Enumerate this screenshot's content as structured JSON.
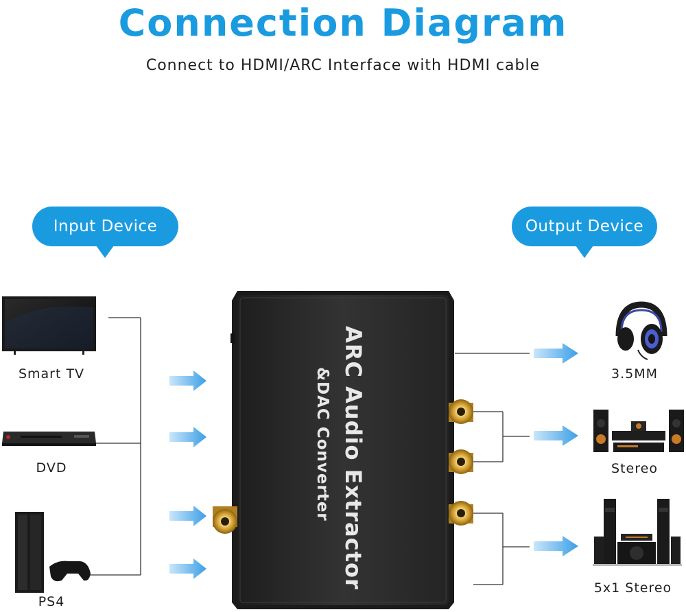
{
  "header": {
    "title": "Connection Diagram",
    "subtitle": "Connect to HDMI/ARC Interface with HDMI cable"
  },
  "input": {
    "bubble_label": "Input Device",
    "devices": [
      {
        "label": "Smart TV",
        "icon": "smart-tv-icon"
      },
      {
        "label": "DVD",
        "icon": "dvd-player-icon"
      },
      {
        "label": "PS4",
        "icon": "ps4-console-icon"
      }
    ]
  },
  "output": {
    "bubble_label": "Output Device",
    "devices": [
      {
        "label": "3.5MM",
        "icon": "headphones-icon"
      },
      {
        "label": "Stereo",
        "icon": "stereo-speakers-icon"
      },
      {
        "label": "5x1 Stereo",
        "icon": "surround-speakers-icon"
      }
    ]
  },
  "device": {
    "line1": "ARC Audio Extractor",
    "line2": "&DAC Converter"
  },
  "colors": {
    "accent": "#1a9be0",
    "arrow": "#4aa8e8",
    "device_body": "#2b2b2b",
    "gold": "#d4a63a"
  }
}
